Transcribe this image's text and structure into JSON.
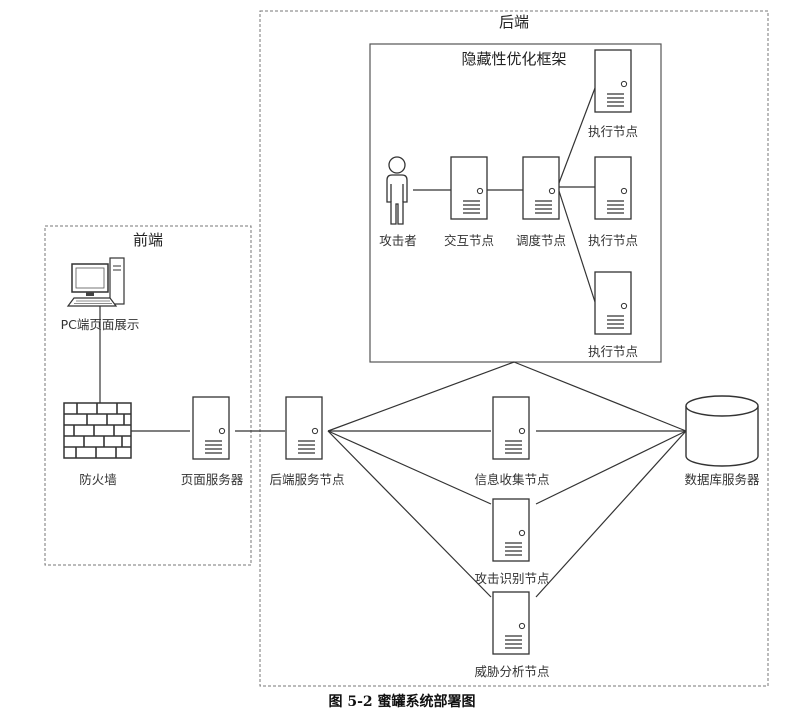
{
  "frontend": {
    "title": "前端"
  },
  "backend": {
    "title": "后端"
  },
  "framework": {
    "title": "隐藏性优化框架"
  },
  "nodes": {
    "pc": "PC端页面展示",
    "firewall": "防火墙",
    "page_server": "页面服务器",
    "backend_service": "后端服务节点",
    "info_collect": "信息收集节点",
    "attack_identify": "攻击识别节点",
    "threat_analysis": "威胁分析节点",
    "database_server": "数据库服务器",
    "attacker": "攻击者",
    "interaction": "交互节点",
    "scheduling": "调度节点",
    "exec1": "执行节点",
    "exec2": "执行节点",
    "exec3": "执行节点"
  },
  "caption": "图 5-2  蜜罐系统部署图"
}
